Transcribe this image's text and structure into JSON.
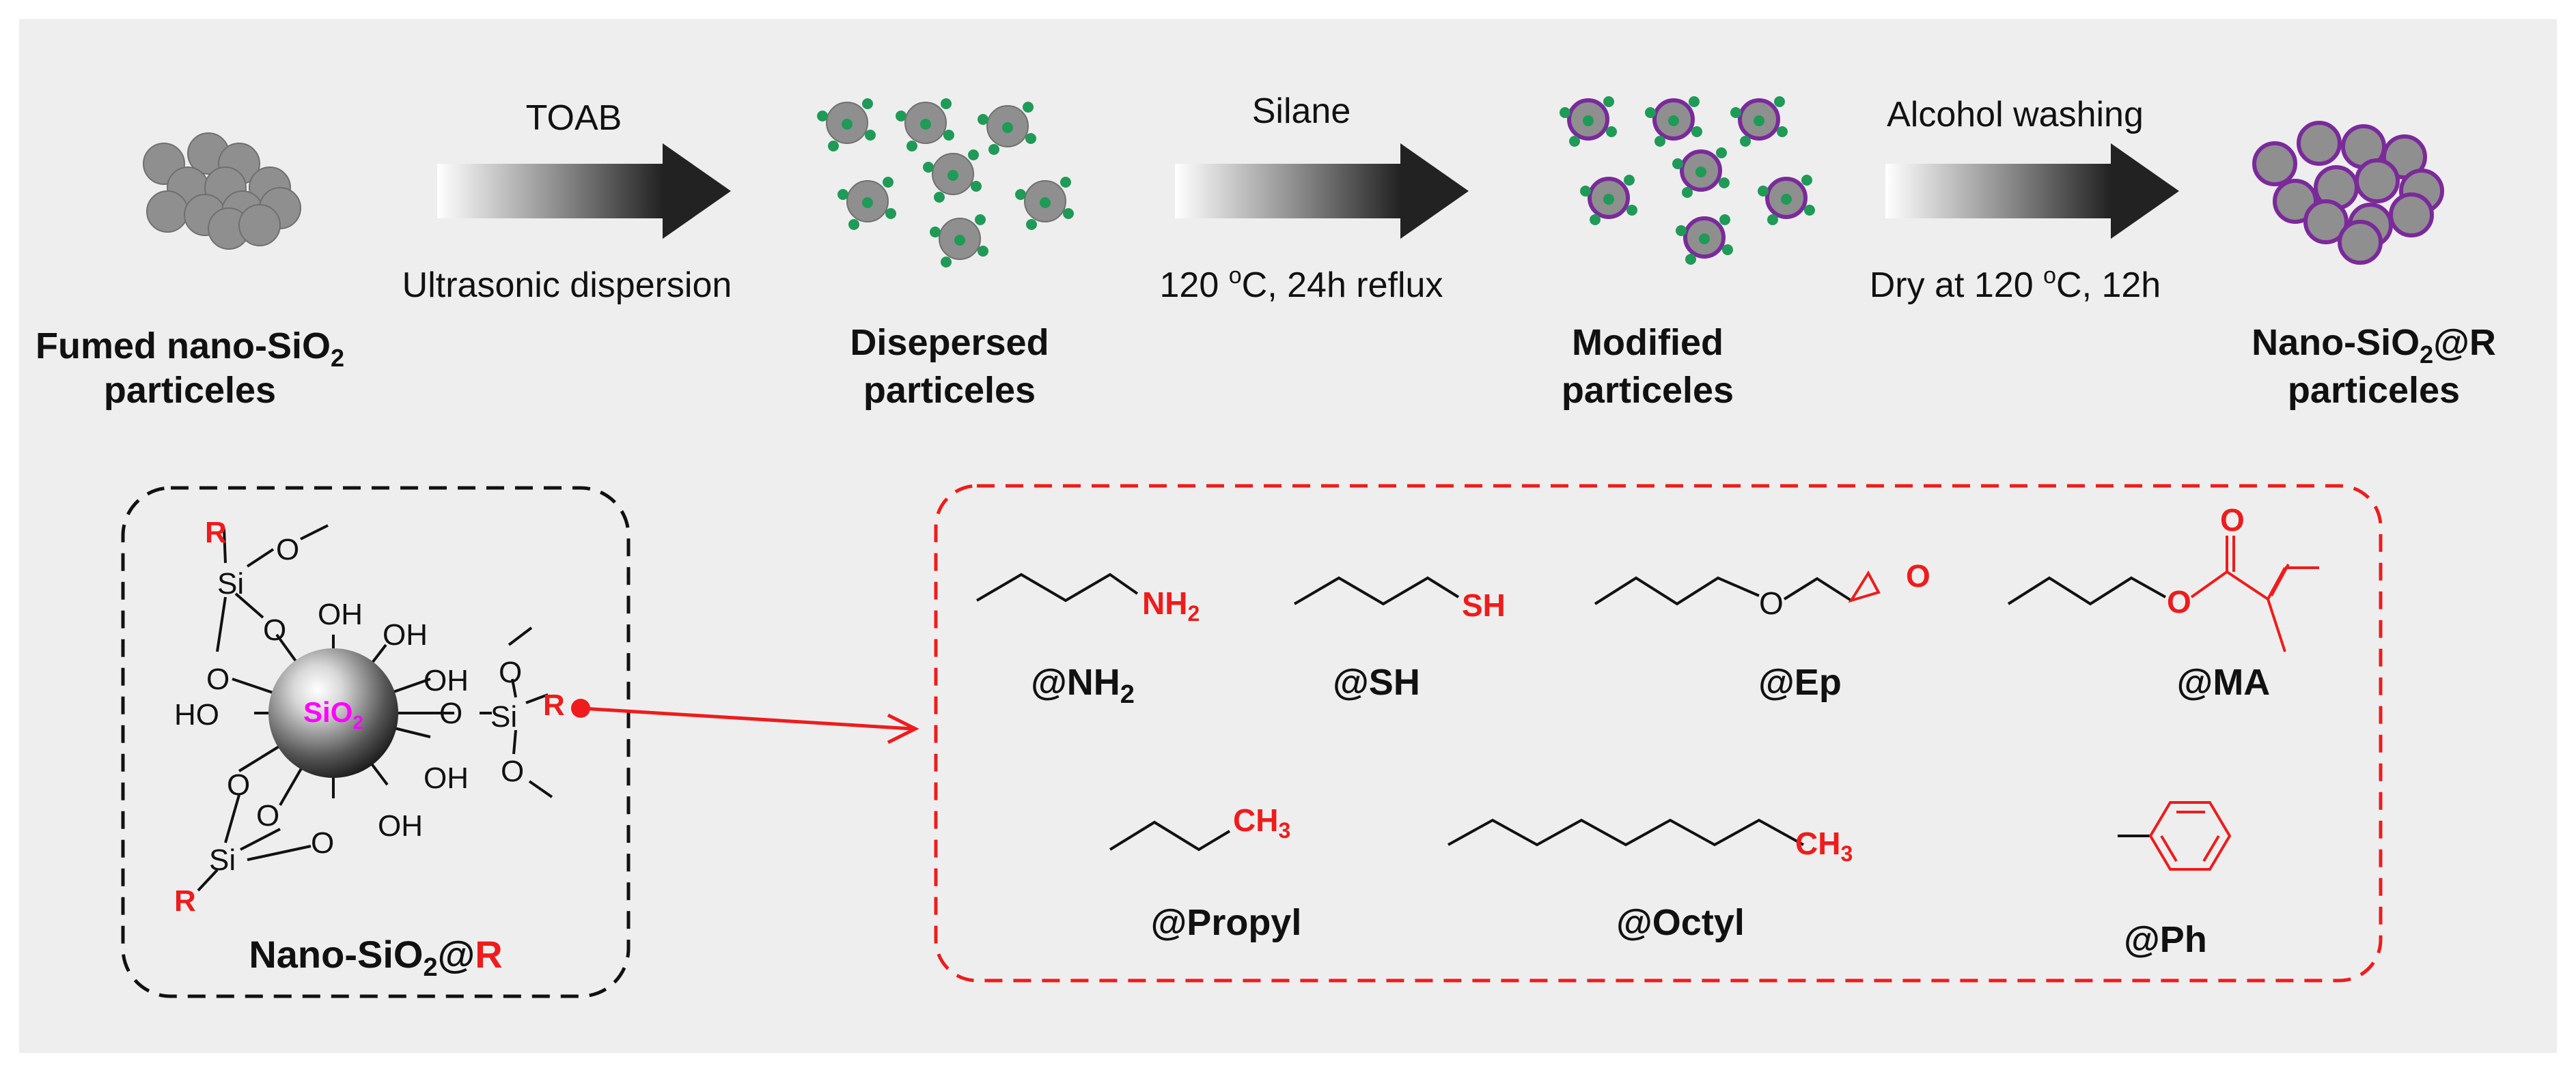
{
  "colors": {
    "panel": "#eeeeee",
    "particle_gray": "#8f8f8f",
    "green_dot": "#1f9a57",
    "purple_shell": "#7a2a9a",
    "red": "#ee1c1c",
    "magenta": "#ff00ff",
    "black": "#111111"
  },
  "process": {
    "arrow1": {
      "top": "TOAB",
      "bottom": "Ultrasonic dispersion"
    },
    "arrow2": {
      "top": "Silane",
      "bottom_pre": "120 ",
      "bottom_sup": "o",
      "bottom_post": "C, 24h reflux"
    },
    "arrow3": {
      "top": "Alcohol washing",
      "bottom_pre": "Dry at 120 ",
      "bottom_sup": "o",
      "bottom_post": "C, 12h"
    },
    "stage1": {
      "line1": "Fumed nano-SiO",
      "sub": "2",
      "line2": "particeles"
    },
    "stage2": {
      "line1": "Disepersed",
      "line2": "particeles"
    },
    "stage3": {
      "line1": "Modified",
      "line2": "particeles"
    },
    "stage4": {
      "line1_pre": "Nano-SiO",
      "sub": "2",
      "line1_post": "@R",
      "line2": "particeles"
    }
  },
  "structure": {
    "core_label": "SiO",
    "core_sub": "2",
    "oh": "OH",
    "ho": "HO",
    "o": "O",
    "si": "Si",
    "r": "R",
    "caption_pre": "Nano-SiO",
    "caption_sub": "2",
    "caption_at": "@",
    "caption_r": "R"
  },
  "groups": [
    {
      "label": "@NH",
      "sub": "2",
      "func": "NH",
      "func_sub": "2"
    },
    {
      "label": "@SH",
      "func": "SH"
    },
    {
      "label": "@Ep",
      "func": "O"
    },
    {
      "label": "@MA",
      "func_ester_o": "O",
      "func_carbonyl_o": "O"
    },
    {
      "label": "@Propyl",
      "func": "CH",
      "func_sub": "3"
    },
    {
      "label": "@Octyl",
      "func": "CH",
      "func_sub": "3"
    },
    {
      "label": "@Ph"
    }
  ]
}
